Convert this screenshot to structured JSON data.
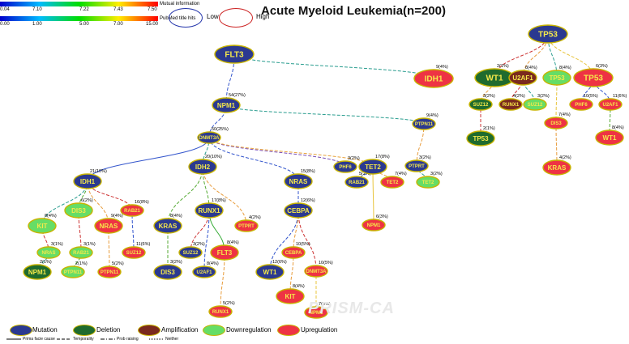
{
  "title": "Acute Myeloid Leukemia(n=200)",
  "watermark": "PRISM-CA",
  "legend_scales": [
    {
      "name": "Mutual information",
      "ticks": [
        "0.04",
        "7.10",
        "7.22",
        "7.43",
        "7.50"
      ],
      "colors": [
        "#0000cc",
        "#00bbff",
        "#00dd00",
        "#ffee00",
        "#ff0000"
      ]
    },
    {
      "name": "PubMed title hits",
      "ticks": [
        "0.00",
        "1.00",
        "5.00",
        "7.00",
        "15.00"
      ],
      "colors": [
        "#0000cc",
        "#00bbff",
        "#00dd00",
        "#ffee00",
        "#ff0000"
      ]
    }
  ],
  "low_high": {
    "low": "Low",
    "high": "High",
    "low_color": "#2233aa",
    "high_color": "#cc2222"
  },
  "node_legend": [
    {
      "label": "Mutation",
      "fill": "#2b3990"
    },
    {
      "label": "Deletion",
      "fill": "#1f6b2e"
    },
    {
      "label": "Amplification",
      "fill": "#7a2a1e"
    },
    {
      "label": "Downregulation",
      "fill": "#66dd66"
    },
    {
      "label": "Upregulation",
      "fill": "#ee3344"
    }
  ],
  "edge_legend": [
    {
      "label": "Prima facie cause",
      "dash": "none"
    },
    {
      "label": "Temporality",
      "dash": "4,2"
    },
    {
      "label": "Prob raising",
      "dash": "5,2,1,2"
    },
    {
      "label": "Neither",
      "dash": "1,1"
    }
  ],
  "colors": {
    "mutation": "#2b3990",
    "deletion": "#1f6b2e",
    "amplification": "#7a2a1e",
    "downregulation": "#66dd66",
    "upregulation": "#ee3344",
    "label_text": "#f5e94a",
    "border": "#c8b400"
  },
  "nodes": [
    {
      "id": "FLT3",
      "label": "FLT3",
      "type": "mutation",
      "size": "l"
    },
    {
      "id": "IDH1_top",
      "label": "IDH1",
      "type": "upregulation",
      "size": "l"
    },
    {
      "id": "NPM1_a",
      "label": "NPM1",
      "type": "mutation",
      "size": "m"
    },
    {
      "id": "DNMT3A",
      "label": "DNMT3A",
      "type": "mutation",
      "size": "s"
    },
    {
      "id": "PTPN11",
      "label": "PTPN11",
      "type": "mutation",
      "size": "s"
    },
    {
      "id": "IDH1",
      "label": "IDH1",
      "type": "mutation",
      "size": "m"
    },
    {
      "id": "IDH2",
      "label": "IDH2",
      "type": "mutation",
      "size": "m"
    },
    {
      "id": "NRAS_m",
      "label": "NRAS",
      "type": "mutation",
      "size": "m"
    },
    {
      "id": "PHF6",
      "label": "PHF6",
      "type": "mutation",
      "size": "s"
    },
    {
      "id": "TET2",
      "label": "TET2",
      "type": "mutation",
      "size": "m"
    },
    {
      "id": "RAB21",
      "label": "RAB21",
      "type": "mutation",
      "size": "s"
    },
    {
      "id": "TET2_up",
      "label": "TET2",
      "type": "upregulation",
      "size": "s"
    },
    {
      "id": "PTPRT",
      "label": "PTPRT",
      "type": "mutation",
      "size": "s"
    },
    {
      "id": "TET2_dn",
      "label": "TET2",
      "type": "downregulation",
      "size": "s"
    },
    {
      "id": "NPM1_up",
      "label": "NPM1",
      "type": "upregulation",
      "size": "s"
    },
    {
      "id": "CEBPA",
      "label": "CEBPA",
      "type": "mutation",
      "size": "m"
    },
    {
      "id": "CEBPA_up",
      "label": "CEBPA",
      "type": "upregulation",
      "size": "s"
    },
    {
      "id": "DNMT3A_up",
      "label": "DNMT3A",
      "type": "upregulation",
      "size": "s"
    },
    {
      "id": "WT1",
      "label": "WT1",
      "type": "mutation",
      "size": "m"
    },
    {
      "id": "KIT_up",
      "label": "KIT",
      "type": "upregulation",
      "size": "m"
    },
    {
      "id": "NPM1_bot",
      "label": "NPM1",
      "type": "upregulation",
      "size": "s"
    },
    {
      "id": "KIT",
      "label": "KIT",
      "type": "downregulation",
      "size": "m"
    },
    {
      "id": "DIS3",
      "label": "DIS3",
      "type": "downregulation",
      "size": "m"
    },
    {
      "id": "NRAS_up",
      "label": "NRAS",
      "type": "upregulation",
      "size": "m"
    },
    {
      "id": "RAB21_up",
      "label": "RAB21",
      "type": "upregulation",
      "size": "s"
    },
    {
      "id": "NRAS_dn",
      "label": "NRAS",
      "type": "downregulation",
      "size": "s"
    },
    {
      "id": "RAB21_dn",
      "label": "RAB21",
      "type": "downregulation",
      "size": "s"
    },
    {
      "id": "NPM1_del",
      "label": "NPM1",
      "type": "deletion",
      "size": "m"
    },
    {
      "id": "PTPN11_dn",
      "label": "PTPN11",
      "type": "downregulation",
      "size": "s"
    },
    {
      "id": "PTPN11_up",
      "label": "PTPN11",
      "type": "upregulation",
      "size": "s"
    },
    {
      "id": "SUZ12_up",
      "label": "SUZ12",
      "type": "upregulation",
      "size": "s"
    },
    {
      "id": "KRAS",
      "label": "KRAS",
      "type": "mutation",
      "size": "m"
    },
    {
      "id": "DIS3_m",
      "label": "DIS3",
      "type": "mutation",
      "size": "m"
    },
    {
      "id": "RUNX1",
      "label": "RUNX1",
      "type": "mutation",
      "size": "m"
    },
    {
      "id": "PTPRT_up",
      "label": "PTPRT",
      "type": "upregulation",
      "size": "s"
    },
    {
      "id": "SUZ12_m",
      "label": "SUZ12",
      "type": "mutation",
      "size": "s"
    },
    {
      "id": "FLT3_up",
      "label": "FLT3",
      "type": "upregulation",
      "size": "m"
    },
    {
      "id": "U2AF1_m",
      "label": "U2AF1",
      "type": "mutation",
      "size": "s"
    },
    {
      "id": "RUNX1_up",
      "label": "RUNX1",
      "type": "upregulation",
      "size": "s"
    },
    {
      "id": "TP53",
      "label": "TP53",
      "type": "mutation",
      "size": "l"
    },
    {
      "id": "WT1_del",
      "label": "WT1",
      "type": "deletion",
      "size": "l"
    },
    {
      "id": "U2AF1_amp",
      "label": "U2AF1",
      "type": "amplification",
      "size": "m"
    },
    {
      "id": "TP53_dn",
      "label": "TP53",
      "type": "downregulation",
      "size": "m"
    },
    {
      "id": "TP53_up",
      "label": "TP53",
      "type": "upregulation",
      "size": "l"
    },
    {
      "id": "SUZ12_del",
      "label": "SUZ12",
      "type": "deletion",
      "size": "s"
    },
    {
      "id": "RUNX1_amp",
      "label": "RUNX1",
      "type": "amplification",
      "size": "s"
    },
    {
      "id": "SUZ12_dn",
      "label": "SUZ12",
      "type": "downregulation",
      "size": "s"
    },
    {
      "id": "DIS3_up",
      "label": "DIS3",
      "type": "upregulation",
      "size": "s"
    },
    {
      "id": "PHF6_up",
      "label": "PHF6",
      "type": "upregulation",
      "size": "s"
    },
    {
      "id": "U2AF1_up",
      "label": "U2AF1",
      "type": "upregulation",
      "size": "s"
    },
    {
      "id": "TP53_del",
      "label": "TP53",
      "type": "deletion",
      "size": "m"
    },
    {
      "id": "KRAS_up",
      "label": "KRAS",
      "type": "upregulation",
      "size": "m"
    },
    {
      "id": "WT1_up",
      "label": "WT1",
      "type": "upregulation",
      "size": "m"
    }
  ],
  "edges": [
    {
      "from": "FLT3",
      "to": "IDH1_top",
      "label": "9(4%)",
      "color": "#2a9d8f",
      "dash": "4,2"
    },
    {
      "from": "FLT3",
      "to": "NPM1_a",
      "label": "54(27%)",
      "color": "#3355cc",
      "dash": "4,2"
    },
    {
      "from": "NPM1_a",
      "to": "DNMT3A",
      "label": "50(25%)",
      "color": "#3355cc",
      "dash": "4,2"
    },
    {
      "from": "NPM1_a",
      "to": "PTPN11",
      "label": "9(4%)",
      "color": "#2a9d8f",
      "dash": "4,2"
    },
    {
      "from": "DNMT3A",
      "to": "IDH1",
      "label": "21(10%)",
      "color": "#3355cc",
      "dash": "none"
    },
    {
      "from": "DNMT3A",
      "to": "IDH2",
      "label": "20(10%)",
      "color": "#2a9d8f",
      "dash": "4,2"
    },
    {
      "from": "DNMT3A",
      "to": "NRAS_m",
      "label": "15(8%)",
      "color": "#3355cc",
      "dash": "4,2"
    },
    {
      "from": "DNMT3A",
      "to": "PHF6",
      "label": "3(2%)",
      "color": "#7b4fb7",
      "dash": "4,2"
    },
    {
      "from": "DNMT3A",
      "to": "TET2",
      "label": "17(8%)",
      "color": "#e8a33c",
      "dash": "4,2"
    },
    {
      "from": "TET2",
      "to": "RAB21",
      "label": "5(2%)",
      "color": "#3355cc",
      "dash": "4,2"
    },
    {
      "from": "TET2",
      "to": "TET2_up",
      "label": "7(4%)",
      "color": "#e89c3c",
      "dash": "4,2"
    },
    {
      "from": "TET2",
      "to": "NPM1_up",
      "label": "6(3%)",
      "color": "#e8c43c",
      "dash": "none"
    },
    {
      "from": "PTPN11",
      "to": "PTPRT",
      "label": "3(2%)",
      "color": "#e89c3c",
      "dash": "4,2"
    },
    {
      "from": "PTPRT",
      "to": "TET2_dn",
      "label": "3(2%)",
      "color": "#2a9d8f",
      "dash": "4,2"
    },
    {
      "from": "NRAS_m",
      "to": "CEBPA",
      "label": "12(6%)",
      "color": "#3355cc",
      "dash": "4,2"
    },
    {
      "from": "CEBPA",
      "to": "WT1",
      "label": "12(6%)",
      "color": "#3355cc",
      "dash": "4,2"
    },
    {
      "from": "CEBPA",
      "to": "CEBPA_up",
      "label": "10(5%)",
      "color": "#e89c3c",
      "dash": "4,2"
    },
    {
      "from": "CEBPA",
      "to": "DNMT3A_up",
      "label": "10(5%)",
      "color": "#cc3333",
      "dash": "4,2"
    },
    {
      "from": "CEBPA_up",
      "to": "KIT_up",
      "label": "8(4%)",
      "color": "#e89c3c",
      "dash": "4,2"
    },
    {
      "from": "DNMT3A_up",
      "to": "NPM1_bot",
      "label": "7(4%)",
      "color": "#e8c43c",
      "dash": "4,2"
    },
    {
      "from": "IDH1",
      "to": "KIT",
      "label": "8(4%)",
      "color": "#2a9d8f",
      "dash": "4,2"
    },
    {
      "from": "IDH1",
      "to": "DIS3",
      "label": "6(2%)",
      "color": "#55aa33",
      "dash": "4,2"
    },
    {
      "from": "IDH1",
      "to": "NRAS_up",
      "label": "9(4%)",
      "color": "#e89c3c",
      "dash": "4,2"
    },
    {
      "from": "IDH1",
      "to": "RAB21_up",
      "label": "16(8%)",
      "color": "#cc3333",
      "dash": "4,2"
    },
    {
      "from": "KIT",
      "to": "NRAS_dn",
      "label": "3(1%)",
      "color": "#cc3333",
      "dash": "4,2"
    },
    {
      "from": "DIS3",
      "to": "RAB21_dn",
      "label": "3(1%)",
      "color": "#cc3333",
      "dash": "4,2"
    },
    {
      "from": "NRAS_dn",
      "to": "NPM1_del",
      "label": "2(1%)",
      "color": "#2a9d8f",
      "dash": "4,2"
    },
    {
      "from": "RAB21_dn",
      "to": "PTPN11_dn",
      "label": "2(1%)",
      "color": "#55aa33",
      "dash": "4,2"
    },
    {
      "from": "NRAS_up",
      "to": "PTPN11_up",
      "label": "5(2%)",
      "color": "#e89c3c",
      "dash": "4,2"
    },
    {
      "from": "RAB21_up",
      "to": "SUZ12_up",
      "label": "11(6%)",
      "color": "#3355cc",
      "dash": "4,2"
    },
    {
      "from": "IDH2",
      "to": "KRAS",
      "label": "8(4%)",
      "color": "#55aa33",
      "dash": "4,2"
    },
    {
      "from": "IDH2",
      "to": "RUNX1",
      "label": "17(8%)",
      "color": "#55aa33",
      "dash": "4,2"
    },
    {
      "from": "IDH2",
      "to": "PTPRT_up",
      "label": "4(2%)",
      "color": "#e89c3c",
      "dash": "4,2"
    },
    {
      "from": "KRAS",
      "to": "DIS3_m",
      "label": "3(2%)",
      "color": "#55aa33",
      "dash": "4,2"
    },
    {
      "from": "RUNX1",
      "to": "SUZ12_m",
      "label": "3(2%)",
      "color": "#cc3333",
      "dash": "4,2"
    },
    {
      "from": "RUNX1",
      "to": "FLT3_up",
      "label": "8(4%)",
      "color": "#33aa33",
      "dash": "none"
    },
    {
      "from": "RUNX1",
      "to": "U2AF1_m",
      "label": "8(4%)",
      "color": "#3355cc",
      "dash": "4,2"
    },
    {
      "from": "FLT3_up",
      "to": "RUNX1_up",
      "label": "5(2%)",
      "color": "#e89c3c",
      "dash": "4,2"
    },
    {
      "from": "TP53",
      "to": "WT1_del",
      "label": "2(1%)",
      "color": "#cc3333",
      "dash": "4,2"
    },
    {
      "from": "TP53",
      "to": "U2AF1_amp",
      "label": "8(4%)",
      "color": "#e89c3c",
      "dash": "4,2"
    },
    {
      "from": "TP53",
      "to": "TP53_dn",
      "label": "8(4%)",
      "color": "#2a9d8f",
      "dash": "4,2"
    },
    {
      "from": "TP53",
      "to": "TP53_up",
      "label": "6(3%)",
      "color": "#e8c43c",
      "dash": "4,2"
    },
    {
      "from": "WT1_del",
      "to": "SUZ12_del",
      "label": "3(2%)",
      "color": "#e89c3c",
      "dash": "4,2"
    },
    {
      "from": "U2AF1_amp",
      "to": "RUNX1_amp",
      "label": "4(2%)",
      "color": "#cc3333",
      "dash": "4,2"
    },
    {
      "from": "U2AF1_amp",
      "to": "SUZ12_dn",
      "label": "3(2%)",
      "color": "#2a9d8f",
      "dash": "4,2"
    },
    {
      "from": "TP53_dn",
      "to": "DIS3_up",
      "label": "7(4%)",
      "color": "#e8c43c",
      "dash": "4,2"
    },
    {
      "from": "TP53_up",
      "to": "PHF6_up",
      "label": "10(5%)",
      "color": "#3355cc",
      "dash": "4,2"
    },
    {
      "from": "TP53_up",
      "to": "U2AF1_up",
      "label": "11(6%)",
      "color": "#3355cc",
      "dash": "4,2"
    },
    {
      "from": "SUZ12_del",
      "to": "TP53_del",
      "label": "2(1%)",
      "color": "#cc3333",
      "dash": "4,2"
    },
    {
      "from": "DIS3_up",
      "to": "KRAS_up",
      "label": "4(2%)",
      "color": "#e89c3c",
      "dash": "4,2"
    },
    {
      "from": "U2AF1_up",
      "to": "WT1_up",
      "label": "8(4%)",
      "color": "#55aa33",
      "dash": "4,2"
    }
  ]
}
